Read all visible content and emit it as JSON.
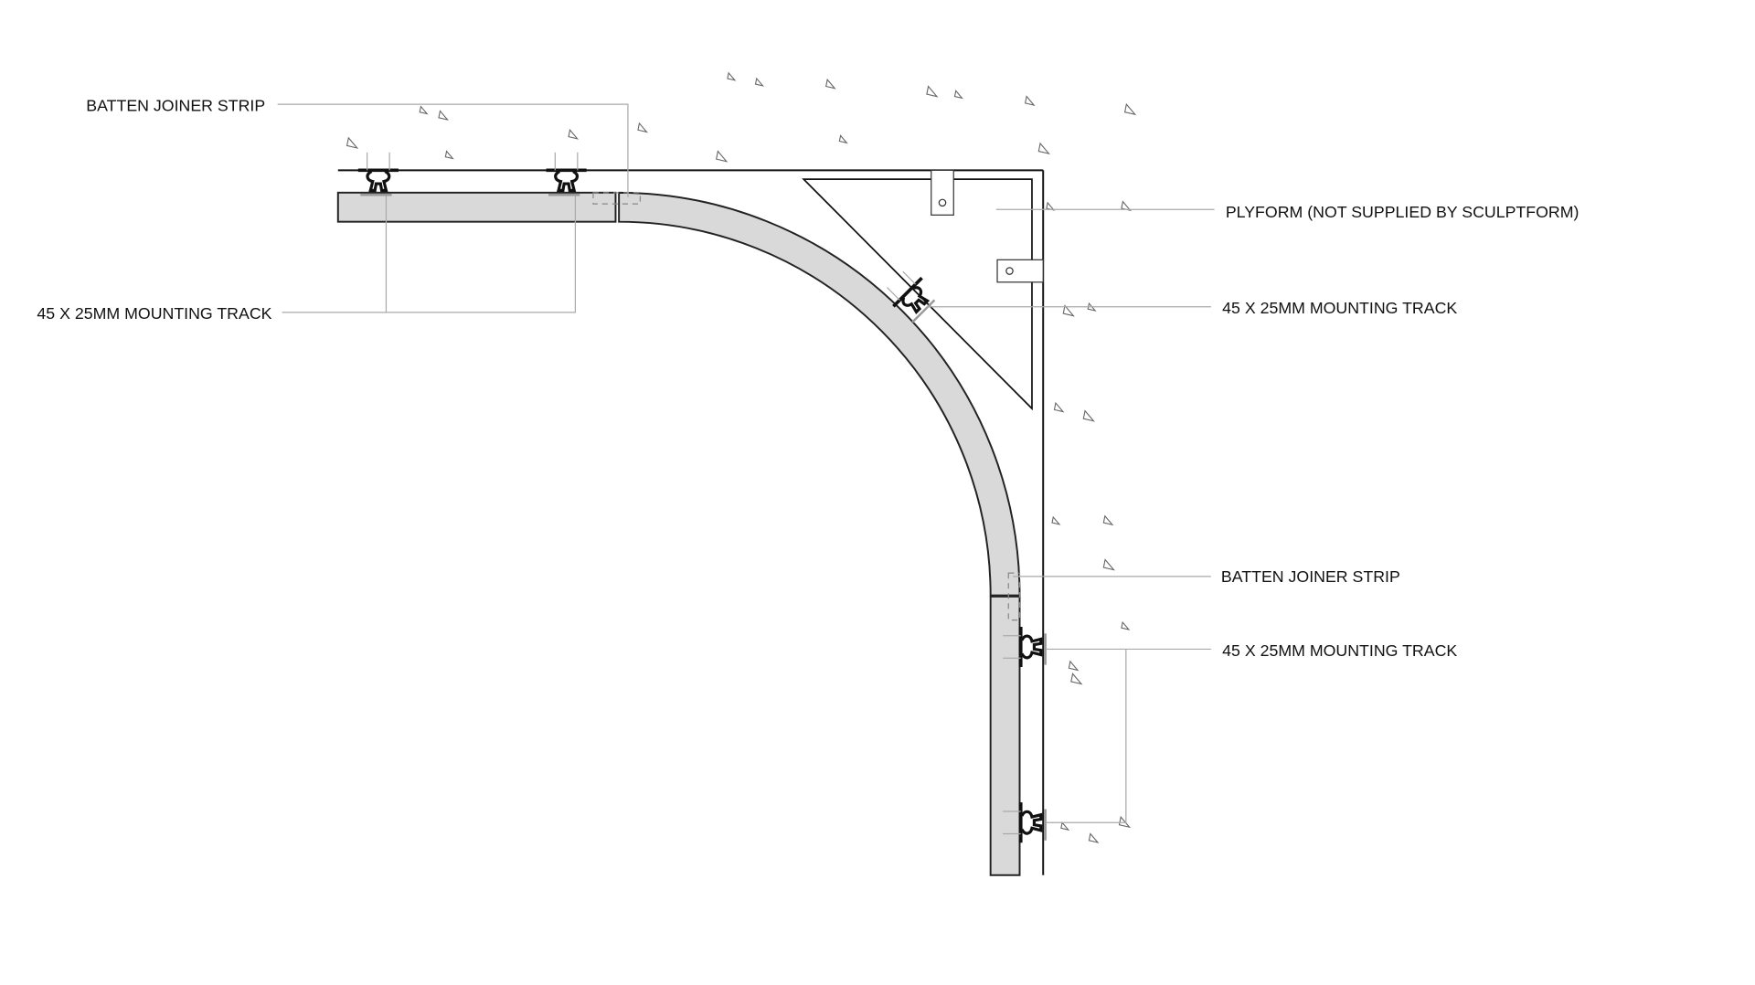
{
  "labels": {
    "batten_joiner_top": "BATTEN JOINER STRIP",
    "mounting_track_left": "45 X 25MM MOUNTING TRACK",
    "plyform": "PLYFORM (NOT SUPPLIED BY SCULPTFORM)",
    "mounting_track_right_upper": "45 X 25MM MOUNTING TRACK",
    "batten_joiner_right": "BATTEN JOINER STRIP",
    "mounting_track_right_lower": "45 X 25MM MOUNTING TRACK"
  },
  "colors": {
    "batten_fill": "#d9d9d9",
    "line": "#111111",
    "leader": "#aaaaaa"
  }
}
